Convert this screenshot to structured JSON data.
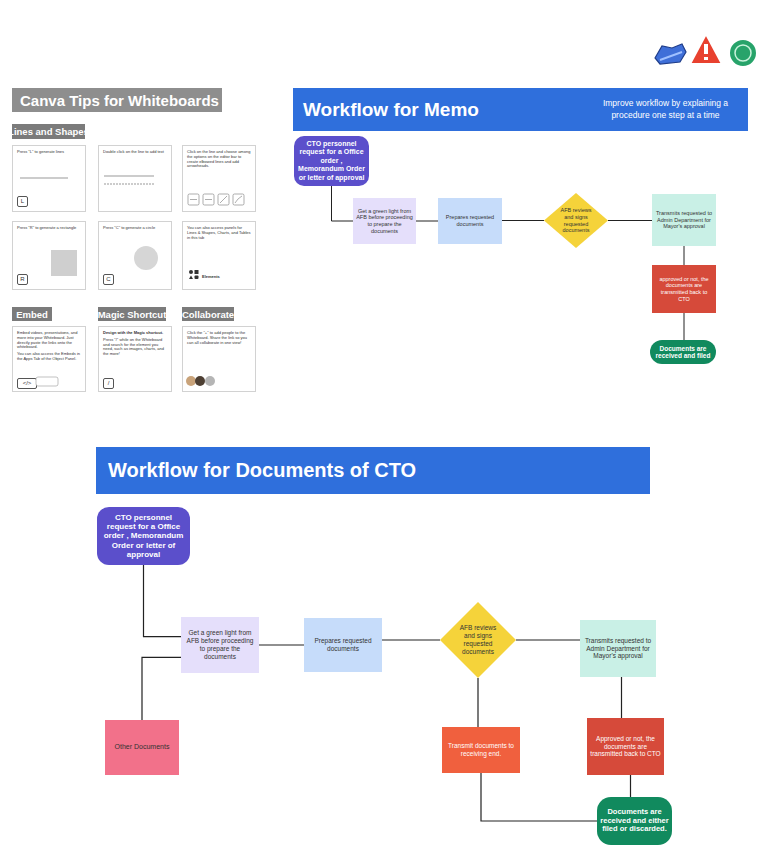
{
  "diagram": {
    "nodes": [
      {
        "text": [
          "Canva Tips for Whiteboards"
        ]
      },
      {
        "text": [
          "Lines and Shapes"
        ]
      },
      {
        "text": [
          "Press \"L\" to generate lines"
        ]
      },
      {
        "text": [
          "L"
        ],
        "in": 2
      },
      {
        "text": [
          "Double click on the line to add text"
        ]
      },
      {
        "text": [
          "Click on the line and choose among the options on the editor bar to create elbowed lines and add arrowheads."
        ]
      },
      {
        "text": [
          "Press \"R\" to generate a rectangle"
        ]
      },
      {
        "text": [
          "R"
        ],
        "in": 6
      },
      {
        "text": [
          "Press \"C\" to generate a circle"
        ]
      },
      {
        "text": [
          "C"
        ],
        "in": 8
      },
      {
        "text": [
          "You can also access panels for Lines & Shapes, Charts, and Tables in this tab",
          "Elements"
        ]
      },
      {
        "text": [
          "Embed"
        ]
      },
      {
        "text": [
          "Magic Shortcut"
        ]
      },
      {
        "text": [
          "Collaborate"
        ]
      },
      {
        "text": [
          "Embed videos, presentations, and more into your Whiteboard. Just directly paste the links onto the whiteboard.",
          "You can also access the Embeds in the Apps Tab of the Object Panel."
        ]
      },
      {
        "text": [
          "</>"
        ],
        "in": 14
      },
      {
        "text": [
          "Design with the Magic shortcut.",
          "Press \"/\" while on the Whiteboard and search for the element you need, such as images, charts, and the more!"
        ]
      },
      {
        "text": [
          "/"
        ],
        "in": 16
      },
      {
        "text": [
          "Click the \"+\" to add people to the Whiteboard. Share the link so you can all collaborate in one view!"
        ]
      },
      {
        "text": [
          "Workflow for Memo",
          "Improve workflow by explaining a procedure one step at a time"
        ]
      },
      {
        "text": [
          "CTO personnel request for a Office order , Memorandum Order or letter of approval"
        ]
      },
      {
        "text": [
          "Get a green light from AFB before proceeding to prepare the documents"
        ]
      },
      {
        "text": [
          "Prepares requested documents"
        ]
      },
      {
        "text": [
          "AFB reviews and signs requested documents"
        ]
      },
      {
        "text": [
          "Transmits requested to Admin Department for Mayor's approval"
        ]
      },
      {
        "text": [
          "approved or not, the documents are transmitted back to CTO"
        ]
      },
      {
        "text": [
          "Documents are received and filed"
        ]
      },
      {
        "text": [
          "Workflow for Documents of CTO"
        ]
      },
      {
        "text": [
          "CTO personnel request for a Office order , Memorandum Order or letter of approval"
        ]
      },
      {
        "text": [
          "Get a green light from AFB before proceeding to prepare the documents"
        ]
      },
      {
        "text": [
          "Prepares requested documents"
        ]
      },
      {
        "text": [
          "AFB reviews and signs requested documents"
        ]
      },
      {
        "text": [
          "Transmits requested to Admin Department for Mayor's approval"
        ]
      },
      {
        "text": [
          "Other Documents"
        ]
      },
      {
        "text": [
          "Transmit documents to receiving end."
        ]
      },
      {
        "text": [
          "Approved or not, the documents are transmitted back to CTO"
        ]
      },
      {
        "text": [
          "Documents are received and either filed or discarded."
        ]
      }
    ],
    "edges": [
      {
        "from": 20,
        "to": 21,
        "arrow": "none"
      },
      {
        "from": 21,
        "to": 22,
        "arrow": "none"
      },
      {
        "from": 22,
        "to": 23,
        "arrow": "none"
      },
      {
        "from": 23,
        "to": 24,
        "arrow": "none"
      },
      {
        "from": 24,
        "to": 25,
        "arrow": "none"
      },
      {
        "from": 25,
        "to": 26,
        "arrow": "none"
      },
      {
        "from": 28,
        "to": 29,
        "arrow": "none"
      },
      {
        "from": 29,
        "to": 33,
        "arrow": "none"
      },
      {
        "from": 29,
        "to": 30,
        "arrow": "none"
      },
      {
        "from": 30,
        "to": 31,
        "arrow": "none"
      },
      {
        "from": 31,
        "to": 32,
        "arrow": "none"
      },
      {
        "from": 31,
        "to": 34,
        "arrow": "none"
      },
      {
        "from": 32,
        "to": 35,
        "arrow": "none"
      },
      {
        "from": 35,
        "to": 36,
        "arrow": "none"
      },
      {
        "from": 34,
        "to": 36,
        "arrow": "none"
      }
    ]
  }
}
